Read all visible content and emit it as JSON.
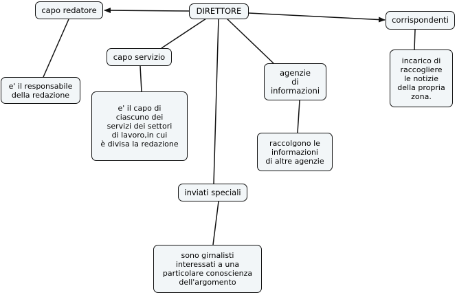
{
  "concepts": {
    "direttore": "DIRETTORE",
    "capo_redatore": "capo redatore",
    "capo_redatore_desc": "e' il responsabile\ndella redazione",
    "capo_servizio": "capo servizio",
    "capo_servizio_desc": "e' il capo di\nciascuno dei\nservizi dei settori\ndi lavoro,in cui\nè divisa la redazione",
    "agenzie": "agenzie\ndi\ninformazioni",
    "agenzie_desc": "raccolgono le\ninformazioni\ndi altre agenzie",
    "corrispondenti": "corrispondenti",
    "corrispondenti_desc": "incarico di\nraccogliere\nle notizie\ndella propria\nzona.",
    "inviati_speciali": "inviati speciali",
    "inviati_speciali_desc": "sono girnalisti\ninteressati a una\nparticolare conoscienza\ndell'argomento"
  },
  "colors": {
    "node_fill": "#f2f6f8",
    "node_border": "#111111",
    "line": "#111111"
  }
}
